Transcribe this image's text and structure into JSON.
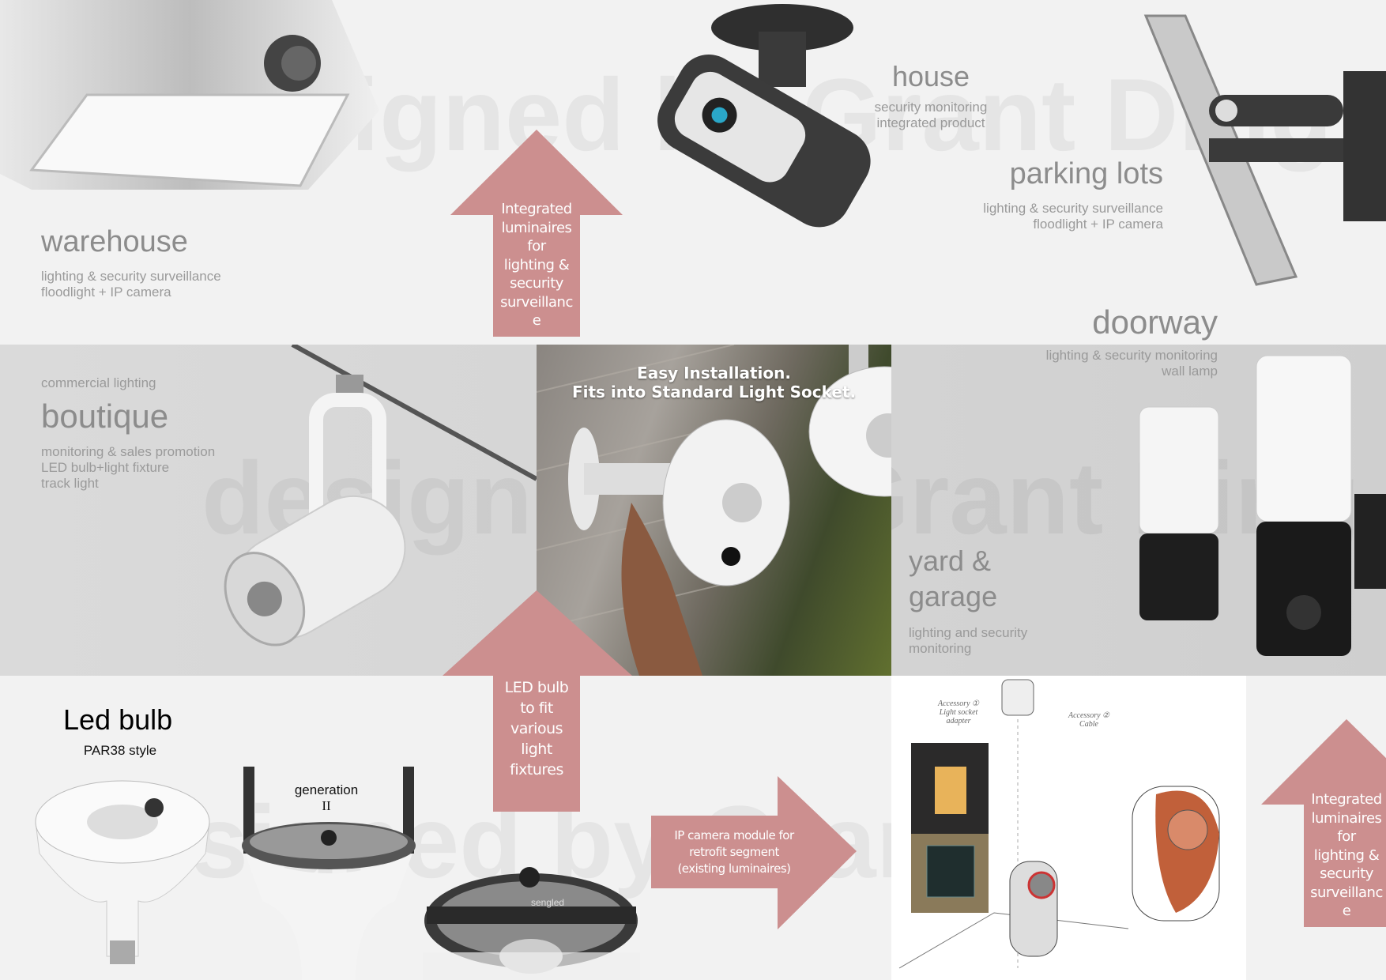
{
  "watermark": "designed by Grant Ding",
  "colors": {
    "arrow": "#cc8f8f",
    "title_gray": "#8c8c8c",
    "background": "#f2f2f2"
  },
  "warehouse": {
    "title": "warehouse",
    "subtitle": "lighting & security surveillance\nfloodlight + IP camera"
  },
  "house": {
    "title": "house",
    "subtitle": "security monitoring\nintegrated product"
  },
  "parking": {
    "title": "parking lots",
    "subtitle": "lighting & security surveillance\nfloodlight + IP camera"
  },
  "doorway": {
    "title": "doorway",
    "subtitle": "lighting & security monitoring\nwall lamp"
  },
  "boutique": {
    "kicker": "commercial lighting",
    "title": "boutique",
    "subtitle": "monitoring & sales promotion\nLED bulb+light fixture\ntrack light"
  },
  "installation": {
    "line1": "Easy Installation.",
    "line2": "Fits into Standard Light Socket."
  },
  "yard": {
    "title_line1": "yard &",
    "title_line2": "garage",
    "subtitle": "lighting and security\nmonitoring"
  },
  "bulb": {
    "title": "Led bulb",
    "subtitle": "PAR38 style",
    "generation": "generation",
    "generation_num": "II",
    "brand": "sengled"
  },
  "arrows": {
    "top_center": [
      "Integrated",
      "luminaires",
      "for",
      "lighting &",
      "security",
      "surveillanc",
      "e"
    ],
    "mid_center": [
      "LED bulb",
      "to fit",
      "various",
      "light",
      "fixtures"
    ],
    "right_pointing": [
      "IP camera module for",
      "retrofit segment",
      "(existing luminaires)"
    ],
    "bottom_right": [
      "Integrated",
      "luminaires",
      "for",
      "lighting &",
      "security",
      "surveillanc",
      "e"
    ]
  },
  "sketch_notes": {
    "accessory1": "Accessory ①",
    "accessory1_desc": "Light socket adapter",
    "accessory2": "Accessory ②",
    "accessory2_desc": "Cable"
  }
}
